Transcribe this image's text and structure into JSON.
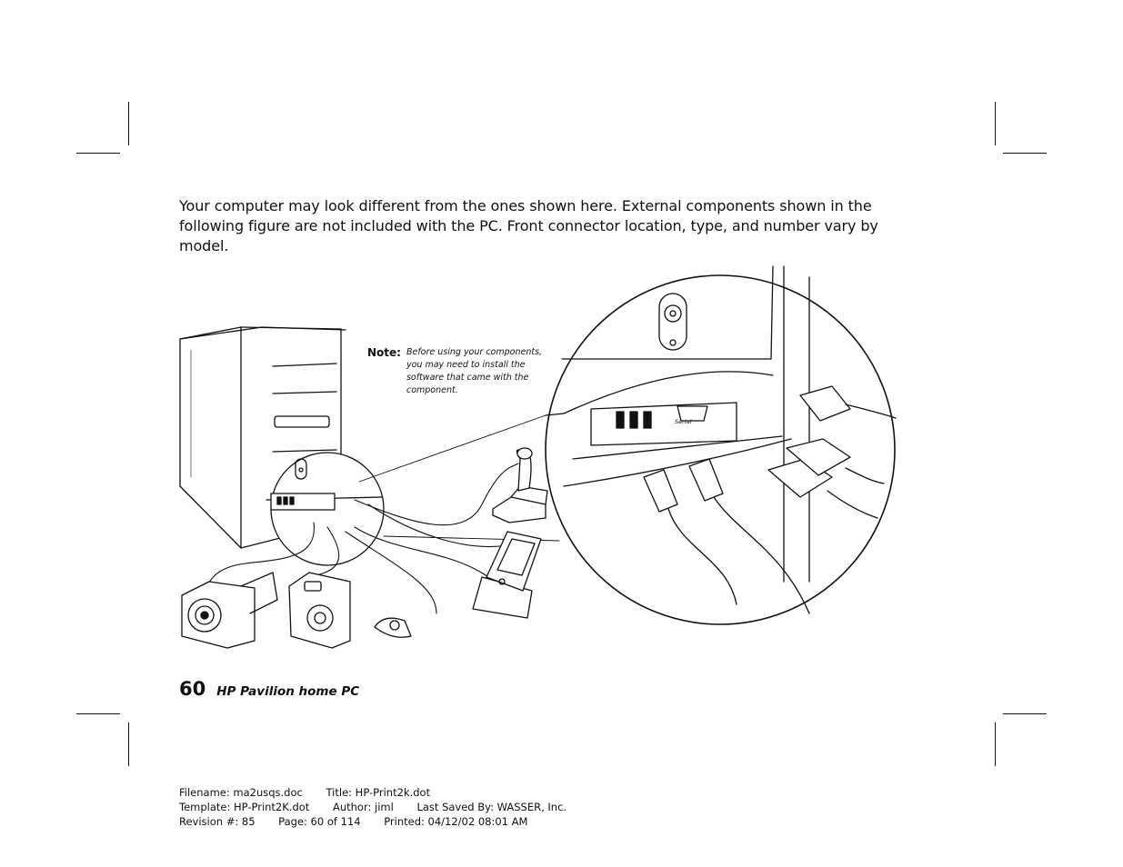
{
  "intro_text": "Your computer may look different from the ones shown here. External components shown in the following figure are not included with the PC. Front connector location, type, and number vary by model.",
  "note": {
    "label": "Note:",
    "text": "Before using your components, you may need to install the software that came with the component."
  },
  "figure": {
    "serial_label": "Serial"
  },
  "footer": {
    "page_number": "60",
    "title": "HP Pavilion home PC"
  },
  "metadata": {
    "filename": "Filename: ma2usqs.doc",
    "title": "Title: HP-Print2k.dot",
    "template": "Template: HP-Print2K.dot",
    "author": "Author: jiml",
    "last_saved": "Last Saved By: WASSER, Inc.",
    "revision": "Revision #: 85",
    "page": "Page: 60 of 114",
    "printed": "Printed: 04/12/02 08:01 AM"
  },
  "colors": {
    "ink": "#111111",
    "paper": "#ffffff"
  }
}
